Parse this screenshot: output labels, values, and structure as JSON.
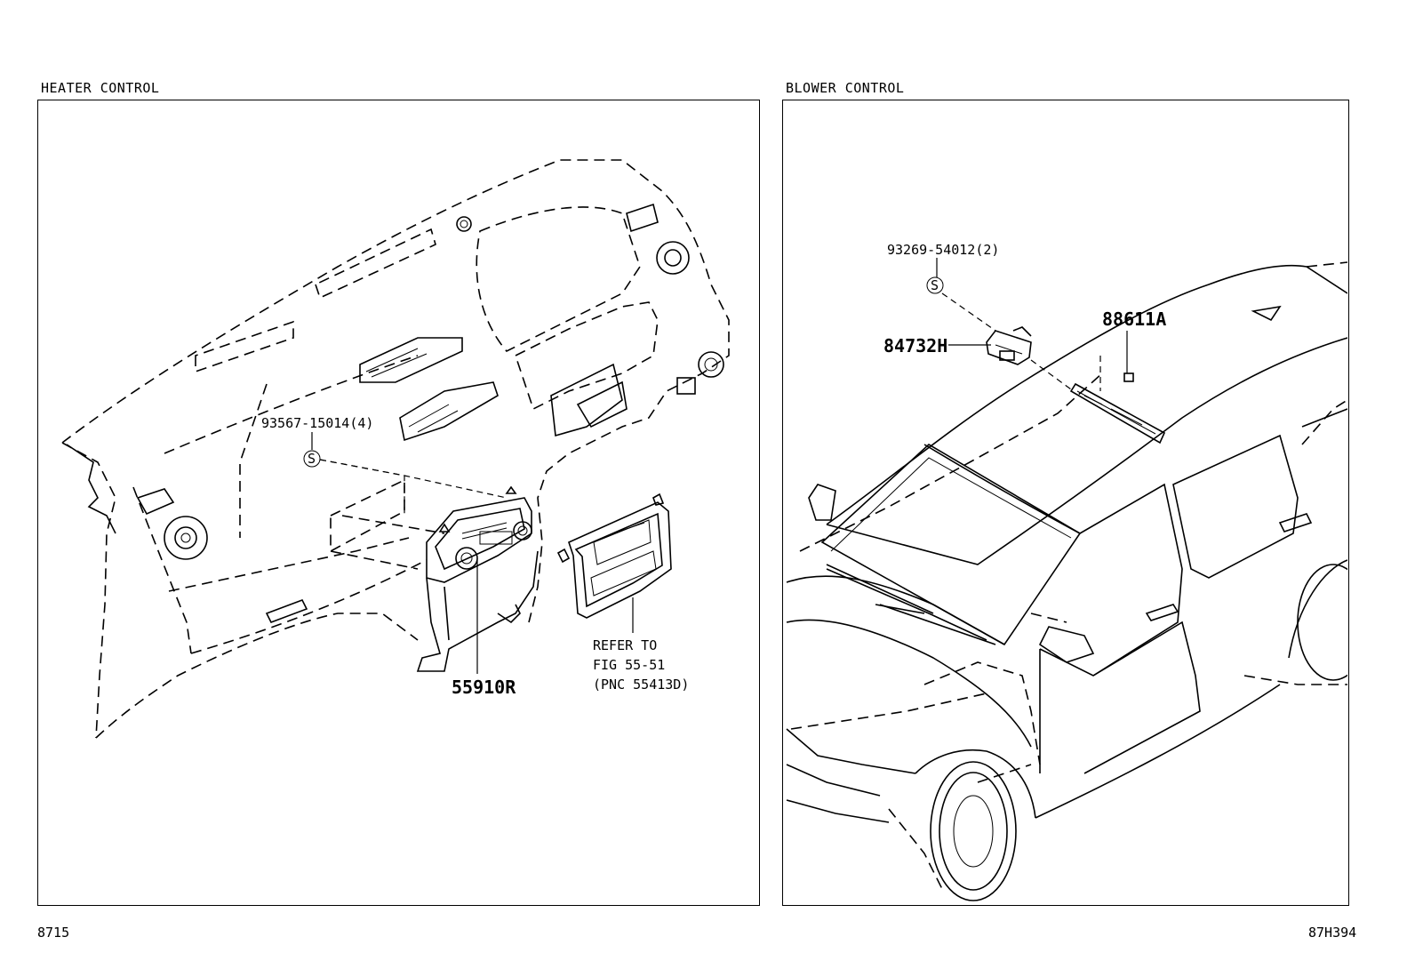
{
  "left_panel": {
    "title": "HEATER CONTROL",
    "callouts": {
      "screw": "93567-15014(4)",
      "control": "55910R",
      "refer_line1": "REFER TO",
      "refer_line2": "FIG 55-51",
      "refer_line3": "(PNC 55413D)"
    }
  },
  "right_panel": {
    "title": "BLOWER CONTROL",
    "callouts": {
      "screw": "93269-54012(2)",
      "sensor": "88611A",
      "bracket": "84732H"
    }
  },
  "screw_symbol": "S",
  "footer": {
    "left_code": "8715",
    "right_code": "87H394"
  }
}
